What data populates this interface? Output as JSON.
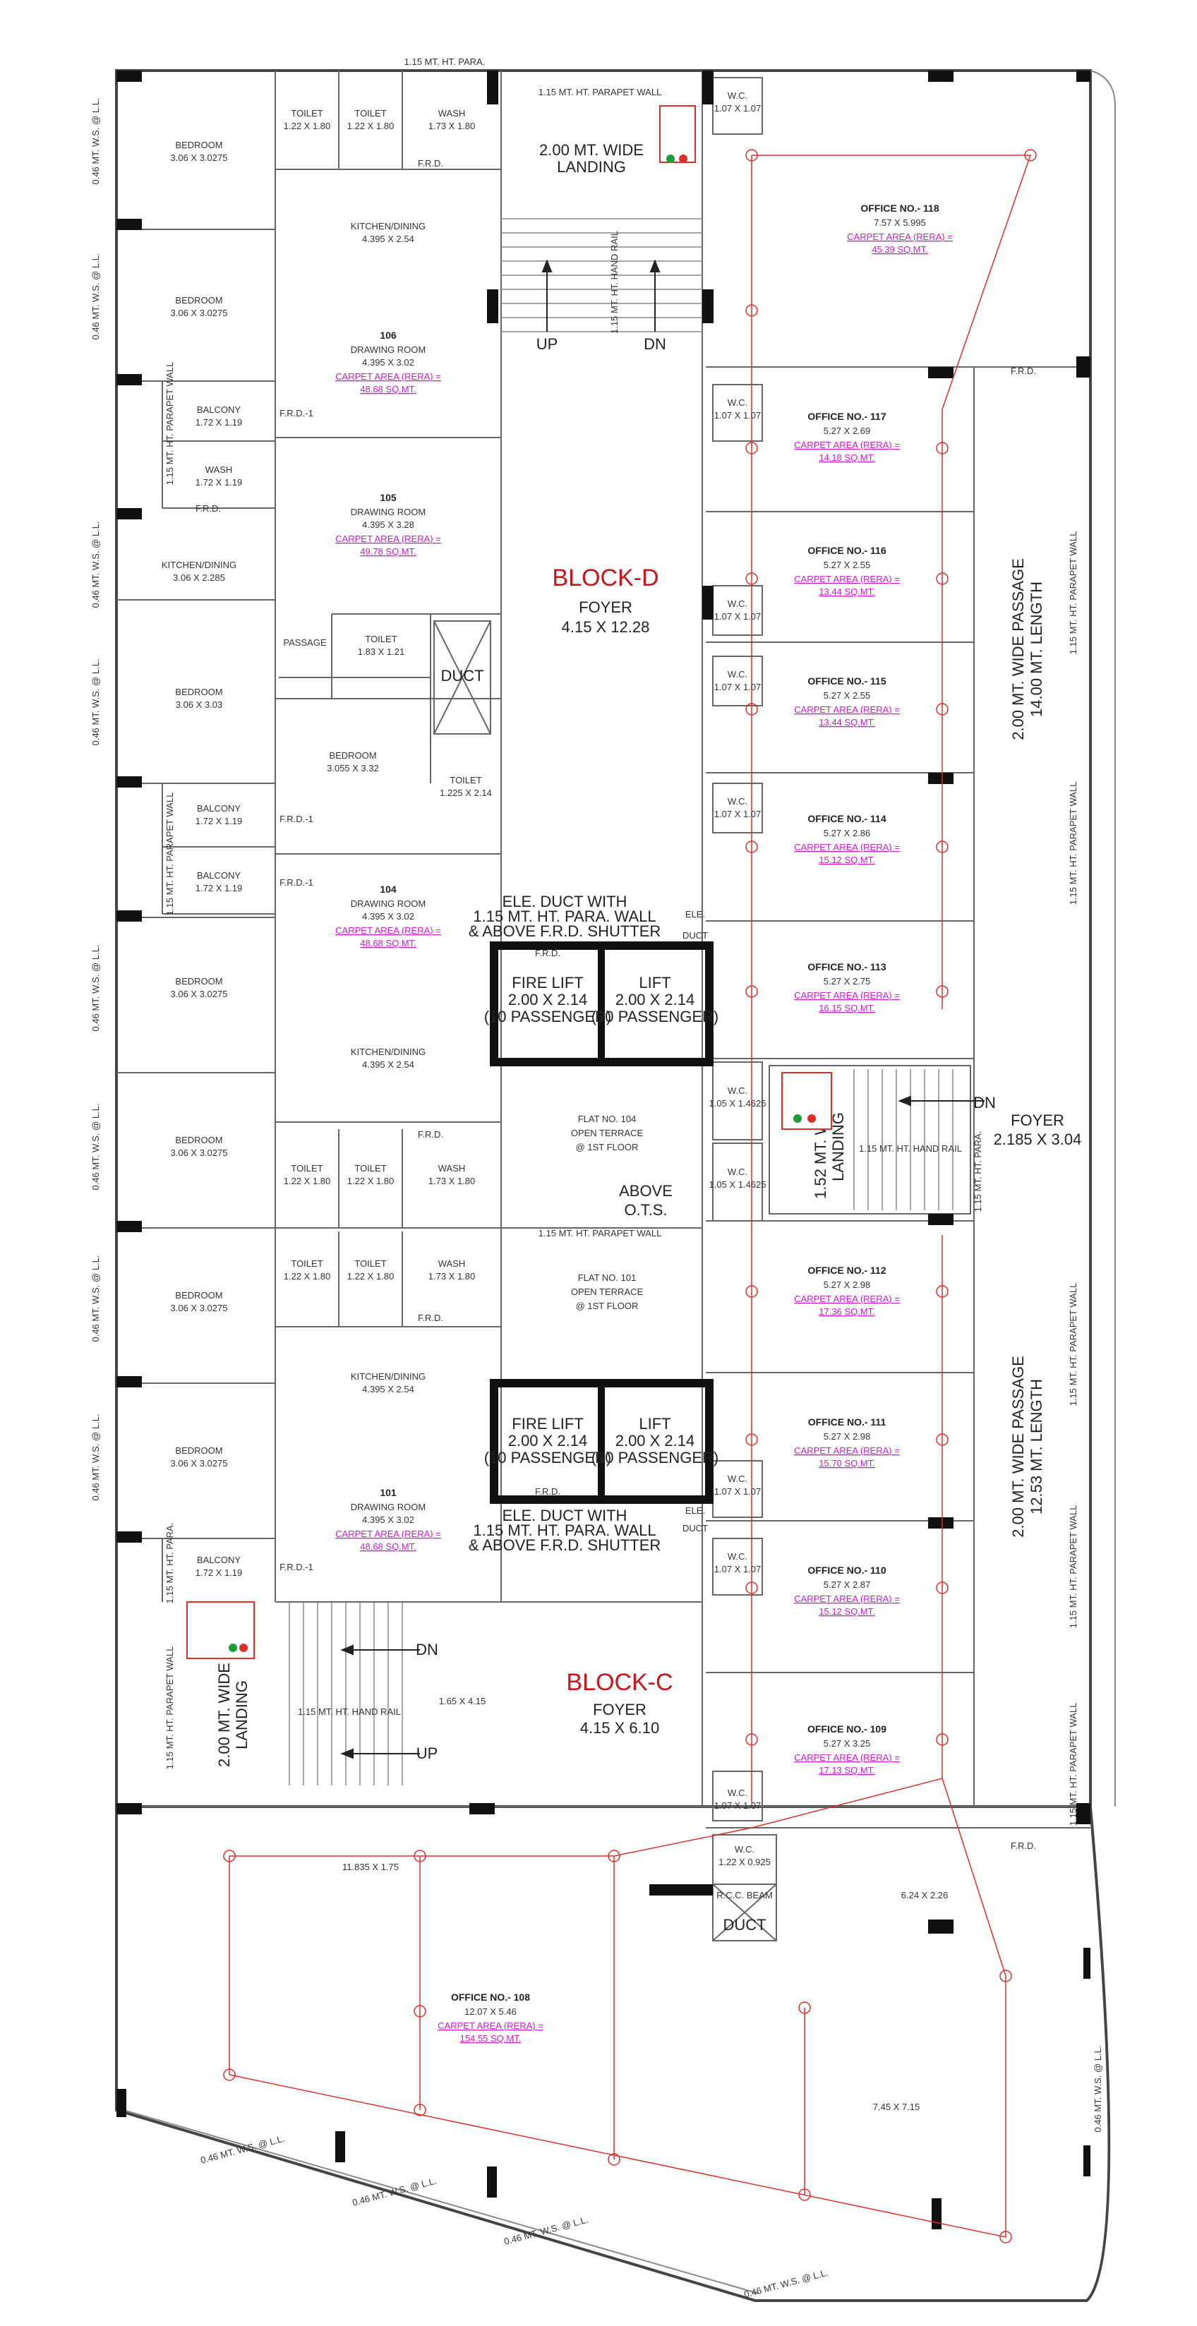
{
  "blocks": {
    "d": {
      "name": "BLOCK-D",
      "foyer": "FOYER",
      "foyer_size": "4.15 X 12.28"
    },
    "c": {
      "name": "BLOCK-C",
      "foyer": "FOYER",
      "foyer_size": "4.15 X 6.10"
    }
  },
  "landings": {
    "top": {
      "l1": "2.00 MT. WIDE",
      "l2": "LANDING",
      "parapet": "1.15 MT. HT. PARAPET WALL",
      "rail": "1.15 MT. HT. HAND RAIL",
      "up": "UP",
      "dn": "DN"
    },
    "right": {
      "l1": "1.52 MT. WIDE",
      "l2": "LANDING",
      "rail": "1.15 MT. HT. HAND RAIL",
      "dn": "DN"
    },
    "bottom": {
      "l1": "2.00 MT. WIDE",
      "l2": "LANDING",
      "rail": "1.15 MT. HT. HAND RAIL",
      "dn": "DN",
      "up": "UP",
      "size": "1.65 X 4.15"
    }
  },
  "lifts": {
    "upper": {
      "fire": "FIRE LIFT",
      "fire_size": "2.00 X 2.14",
      "fire_pass": "(10 PASSENGER)",
      "lift": "LIFT",
      "lift_size": "2.00 X 2.14",
      "lift_pass": "(10 PASSENGER)",
      "frd": "F.R.D.",
      "duct_l1": "ELE. DUCT WITH",
      "duct_l2": "1.15 MT. HT. PARA. WALL",
      "duct_l3": "& ABOVE F.R.D. SHUTTER",
      "ele": "ELE.",
      "duct": "DUCT"
    },
    "lower": {
      "fire": "FIRE LIFT",
      "fire_size": "2.00 X 2.14",
      "fire_pass": "(10 PASSENGER)",
      "lift": "LIFT",
      "lift_size": "2.00 X 2.14",
      "lift_pass": "(10 PASSENGER)",
      "frd": "F.R.D.",
      "duct_l1": "ELE. DUCT WITH",
      "duct_l2": "1.15 MT. HT. PARA. WALL",
      "duct_l3": "& ABOVE F.R.D. SHUTTER",
      "ele": "ELE.",
      "duct": "DUCT"
    }
  },
  "terraces": {
    "t104": {
      "l1": "FLAT NO. 104",
      "l2": "OPEN TERRACE",
      "l3": "@ 1ST FLOOR",
      "above": "ABOVE",
      "ots": "O.T.S."
    },
    "t101": {
      "l1": "FLAT NO. 101",
      "l2": "OPEN TERRACE",
      "l3": "@ 1ST FLOOR"
    },
    "parapet_mid": "1.15 MT. HT. PARAPET WALL"
  },
  "flats": {
    "f106": {
      "no": "106",
      "room": "DRAWING ROOM",
      "size": "4.395 X 3.02",
      "carpet": "CARPET AREA (RERA) =",
      "area": "48.68 SQ.MT."
    },
    "f105": {
      "no": "105",
      "room": "DRAWING ROOM",
      "size": "4.395 X 3.28",
      "carpet": "CARPET AREA (RERA) =",
      "area": "49.78 SQ.MT."
    },
    "f104": {
      "no": "104",
      "room": "DRAWING ROOM",
      "size": "4.395 X 3.02",
      "carpet": "CARPET AREA (RERA) =",
      "area": "48.68 SQ.MT."
    },
    "f101": {
      "no": "101",
      "room": "DRAWING ROOM",
      "size": "4.395 X 3.02",
      "carpet": "CARPET AREA (RERA) =",
      "area": "48.68 SQ.MT."
    }
  },
  "rooms": {
    "bed1": {
      "n": "BEDROOM",
      "s": "3.06 X 3.0275"
    },
    "bed2": {
      "n": "BEDROOM",
      "s": "3.06 X 3.0275"
    },
    "bed3": {
      "n": "BEDROOM",
      "s": "3.06 X 3.03"
    },
    "bed4": {
      "n": "BEDROOM",
      "s": "3.055 X 3.32"
    },
    "bed5": {
      "n": "BEDROOM",
      "s": "3.06 X 3.0275"
    },
    "bed6": {
      "n": "BEDROOM",
      "s": "3.06 X 3.0275"
    },
    "bed7": {
      "n": "BEDROOM",
      "s": "3.06 X 3.0275"
    },
    "bed8": {
      "n": "BEDROOM",
      "s": "3.06 X 3.0275"
    },
    "kd1": {
      "n": "KITCHEN/DINING",
      "s": "4.395 X 2.54"
    },
    "kd2": {
      "n": "KITCHEN/DINING",
      "s": "3.06 X 2.285"
    },
    "kd3": {
      "n": "KITCHEN/DINING",
      "s": "4.395 X 2.54"
    },
    "kd4": {
      "n": "KITCHEN/DINING",
      "s": "4.395 X 2.54"
    },
    "t1": {
      "n": "TOILET",
      "s": "1.22 X 1.80"
    },
    "t2": {
      "n": "TOILET",
      "s": "1.22 X 1.80"
    },
    "t3": {
      "n": "TOILET",
      "s": "1.83 X 1.21"
    },
    "t4": {
      "n": "TOILET",
      "s": "1.225 X 2.14"
    },
    "t5": {
      "n": "TOILET",
      "s": "1.22 X 1.80"
    },
    "t6": {
      "n": "TOILET",
      "s": "1.22 X 1.80"
    },
    "t7": {
      "n": "TOILET",
      "s": "1.22 X 1.80"
    },
    "t8": {
      "n": "TOILET",
      "s": "1.22 X 1.80"
    },
    "w1": {
      "n": "WASH",
      "s": "1.73 X 1.80"
    },
    "w2": {
      "n": "WASH",
      "s": "1.72 X 1.19"
    },
    "w3": {
      "n": "WASH",
      "s": "1.73 X 1.80"
    },
    "w4": {
      "n": "WASH",
      "s": "1.73 X 1.80"
    },
    "b1": {
      "n": "BALCONY",
      "s": "1.72 X 1.19"
    },
    "b2": {
      "n": "BALCONY",
      "s": "1.72 X 1.19"
    },
    "b3": {
      "n": "BALCONY",
      "s": "1.72 X 1.19"
    },
    "b4": {
      "n": "BALCONY",
      "s": "1.72 X 1.19"
    },
    "passage": "PASSAGE",
    "duct": "DUCT"
  },
  "offices": {
    "o118": {
      "no": "OFFICE NO.- 118",
      "s": "7.57 X 5.995",
      "c": "CARPET AREA (RERA) =",
      "a": "45.39 SQ.MT."
    },
    "o117": {
      "no": "OFFICE NO.- 117",
      "s": "5.27 X 2.69",
      "c": "CARPET AREA (RERA) =",
      "a": "14.18 SQ.MT."
    },
    "o116": {
      "no": "OFFICE NO.- 116",
      "s": "5.27 X 2.55",
      "c": "CARPET AREA (RERA) =",
      "a": "13.44 SQ.MT."
    },
    "o115": {
      "no": "OFFICE NO.- 115",
      "s": "5.27 X 2.55",
      "c": "CARPET AREA (RERA) =",
      "a": "13.44 SQ.MT."
    },
    "o114": {
      "no": "OFFICE NO.- 114",
      "s": "5.27 X 2.86",
      "c": "CARPET AREA (RERA) =",
      "a": "15.12 SQ.MT."
    },
    "o113": {
      "no": "OFFICE NO.- 113",
      "s": "5.27 X 2.75",
      "c": "CARPET AREA (RERA) =",
      "a": "16.15 SQ.MT."
    },
    "o112": {
      "no": "OFFICE NO.- 112",
      "s": "5.27 X 2.98",
      "c": "CARPET AREA (RERA) =",
      "a": "17.36 SQ.MT."
    },
    "o111": {
      "no": "OFFICE NO.- 111",
      "s": "5.27 X 2.98",
      "c": "CARPET AREA (RERA) =",
      "a": "15.70 SQ.MT."
    },
    "o110": {
      "no": "OFFICE NO.- 110",
      "s": "5.27 X 2.87",
      "c": "CARPET AREA (RERA) =",
      "a": "15.12 SQ.MT."
    },
    "o109": {
      "no": "OFFICE NO.- 109",
      "s": "5.27 X 3.25",
      "c": "CARPET AREA (RERA) =",
      "a": "17.13 SQ.MT."
    },
    "o108": {
      "no": "OFFICE NO.- 108",
      "s": "12.07 X 5.46",
      "c": "CARPET AREA (RERA) =",
      "a": "154.55 SQ.MT."
    }
  },
  "wc": {
    "n": "W.C.",
    "s1": "1.07 X 1.07",
    "s2": "1.05 X 1.4625",
    "s3": "1.22 X 0.925"
  },
  "passages": {
    "p1": {
      "l1": "2.00 MT. WIDE PASSAGE",
      "l2": "14.00 MT. LENGTH"
    },
    "p2": {
      "l1": "2.00 MT. WIDE PASSAGE",
      "l2": "12.53 MT. LENGTH"
    }
  },
  "foyer_right": {
    "n": "FOYER",
    "s": "2.185 X 3.04"
  },
  "misc": {
    "top_para": "1.15 MT. HT. PARA.",
    "para_wall": "1.15 MT. HT. PARAPET WALL",
    "para_short": "1.15 MT. HT. PARA.",
    "ws": "0.46 MT. W.S. @ L.L.",
    "frd": "F.R.D.",
    "frd1": "F.R.D.-1",
    "rcc": "R.C.C. BEAM",
    "dim1": "11.835 X 1.75",
    "dim2": "6.24 X 2.26",
    "dim3": "7.45 X 7.15"
  }
}
